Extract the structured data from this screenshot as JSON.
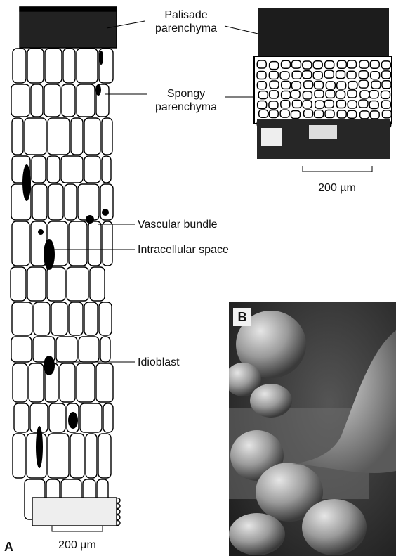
{
  "labels": {
    "palisade": "Palisade\nparenchyma",
    "spongy": "Spongy\nparenchyma",
    "vascular": "Vascular bundle",
    "intracellular": "Intracellular space",
    "idioblast": "Idioblast"
  },
  "scale_bars": {
    "panel_a": "200 µm",
    "inset": "200 µm"
  },
  "panel_letters": {
    "a": "A",
    "b": "B"
  }
}
